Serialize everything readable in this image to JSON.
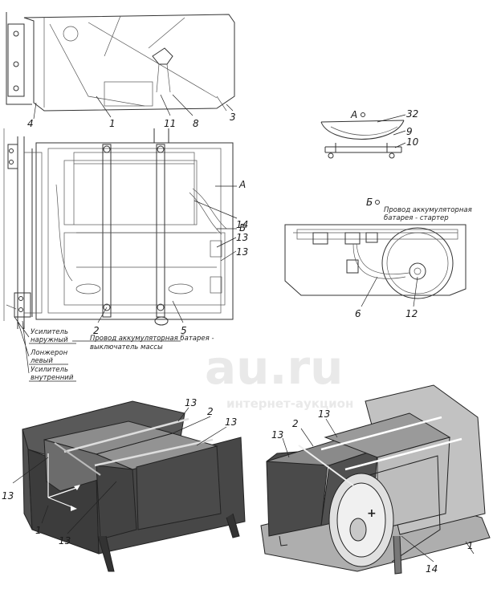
{
  "labels": {
    "n1": "1",
    "n2": "2",
    "n3": "3",
    "n4": "4",
    "n5": "5",
    "n6": "6",
    "n8": "8",
    "n9": "9",
    "n10": "10",
    "n11": "11",
    "n12": "12",
    "n13": "13",
    "n14": "14",
    "n32": "32",
    "A": "А",
    "B": "Б"
  },
  "notes": {
    "wire_battery_switch_1": "Провод аккумуляторная батарея -",
    "wire_battery_switch_2": "выключатель массы",
    "wire_battery_starter_1": "Провод аккумуляторная",
    "wire_battery_starter_2": "батарея - стартер",
    "reinforcement_outer_1": "Усилитель",
    "reinforcement_outer_2": "наружный",
    "spar_left_1": "Лонжерон",
    "spar_left_2": "левый",
    "reinforcement_inner_1": "Усилитель",
    "reinforcement_inner_2": "внутренний"
  },
  "watermark": {
    "main": "au.ru",
    "sub": "интернет-аукцион"
  },
  "colors": {
    "line": "#333333",
    "battery_dark": "#4a4a4a",
    "battery_top": "#8e8e8e",
    "frame": "#6e6e6e"
  }
}
